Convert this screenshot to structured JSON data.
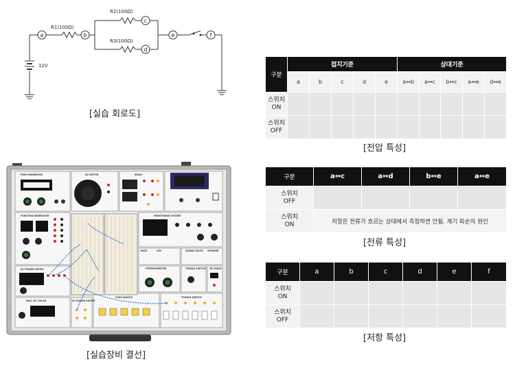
{
  "circuit": {
    "nodes": [
      "a",
      "b",
      "c",
      "d",
      "e",
      "f"
    ],
    "resistors": [
      "R1(100Ω)",
      "R2(100Ω)",
      "R3(100Ω)"
    ],
    "battery": "12V",
    "caption": "[실습 회로도]"
  },
  "equipment": {
    "caption": "[실습장비 결선]",
    "panels": [
      "PWM GENERATOR",
      "DC MOTOR",
      "RELAY",
      "FUNCTION GENERATOR",
      "MONITORING SYSTEM",
      "DC POWER SUPPLY",
      "MAX. DC 15V/1A",
      "AC POWER SUPPLY",
      "PUSH SWITCH",
      "TOGGLE SWITCH",
      "POTENTIOMETER",
      "TOGGLE SWITCH",
      "TR CHECK",
      "LED",
      "SIGNAL PULSE",
      "SPEAKER",
      "BUZZ"
    ]
  },
  "voltage_table": {
    "caption": "[전압 특성]",
    "label_header": "구분",
    "group1": "접지기준",
    "group2": "상대기준",
    "group1_cols": [
      "a",
      "b",
      "c",
      "d",
      "e"
    ],
    "group2_cols": [
      "a↔b",
      "a↔c",
      "b↔c",
      "a↔e",
      "d↔e"
    ],
    "rows": [
      "스위치\nON",
      "스위치\nOFF"
    ]
  },
  "current_table": {
    "caption": "[전류 특성]",
    "label_header": "구분",
    "cols": [
      "a↔c",
      "a↔d",
      "b↔e",
      "a↔e"
    ],
    "rows": [
      "스위치\nOFF",
      "스위치\nON"
    ],
    "note": "저항은 전류가 흐르는 상태에서 측정하면 안됨. 계기 파손의 원인"
  },
  "resistance_table": {
    "caption": "[저항 특성]",
    "label_header": "구분",
    "cols": [
      "a",
      "b",
      "c",
      "d",
      "e",
      "f"
    ],
    "rows": [
      "스위치\nON",
      "스위치\nOFF"
    ]
  }
}
